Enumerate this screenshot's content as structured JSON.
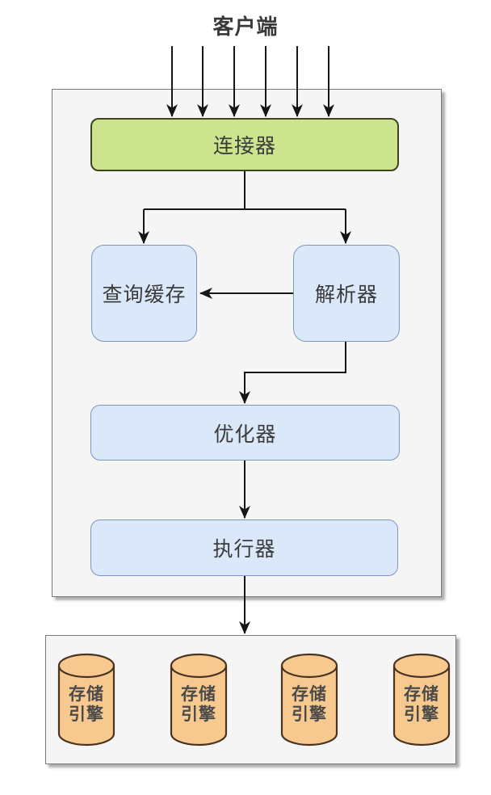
{
  "title": "客户端",
  "nodes": {
    "connector": {
      "label": "连接器"
    },
    "query_cache": {
      "label": "查询缓存"
    },
    "parser": {
      "label": "解析器"
    },
    "optimizer": {
      "label": "优化器"
    },
    "executor": {
      "label": "执行器"
    },
    "storage_engine": {
      "label": "存储\n引擎"
    }
  },
  "storage_engines_count": 4,
  "edges": [
    {
      "from": "客户端",
      "to": "连接器",
      "count": 6
    },
    {
      "from": "连接器",
      "to": "查询缓存"
    },
    {
      "from": "连接器",
      "to": "解析器"
    },
    {
      "from": "解析器",
      "to": "查询缓存"
    },
    {
      "from": "解析器",
      "to": "优化器"
    },
    {
      "from": "优化器",
      "to": "执行器"
    },
    {
      "from": "执行器",
      "to": "存储引擎"
    }
  ],
  "colors": {
    "connector_fill": "#cbe48d",
    "connector_border": "#3e441f",
    "blue_fill": "#dbe8fa",
    "blue_border": "#7d95c1",
    "cylinder_fill": "#f7c98f",
    "cylinder_border": "#4a3420",
    "layer_fill": "#f5f5f5",
    "layer_border": "#7a7a7a",
    "arrow": "#161616",
    "text": "#3b3b3b"
  }
}
